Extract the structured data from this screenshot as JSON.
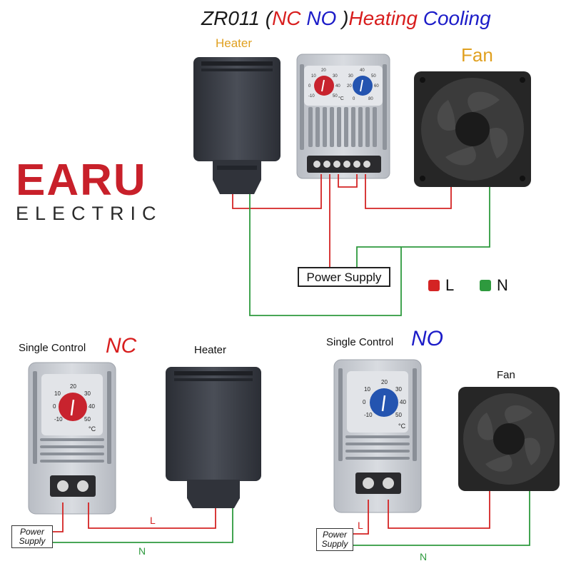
{
  "title": {
    "model": "ZR011",
    "open_paren": "(",
    "nc": "NC",
    "no": "NO",
    "close_paren": ")",
    "heating": "Heating",
    "cooling": "Cooling"
  },
  "top": {
    "heater_label": "Heater",
    "fan_label": "Fan",
    "power_supply_label": "Power Supply",
    "dial_left_scale": [
      "20",
      "10",
      "0",
      "-10",
      "30",
      "40",
      "50"
    ],
    "dial_right_scale": [
      "40",
      "30",
      "20",
      "50",
      "60",
      "0",
      "80"
    ],
    "unit": "°C"
  },
  "brand": {
    "name": "EARU",
    "sub": "ELECTRIC"
  },
  "legend": {
    "l_label": "L",
    "n_label": "N",
    "l_color": "#d42424",
    "n_color": "#2e9a3e"
  },
  "bottom_left": {
    "title": "Single Control",
    "mode": "NC",
    "heater_label": "Heater",
    "power_supply_line1": "Power",
    "power_supply_line2": "Supply",
    "wire_l": "L",
    "wire_n": "N",
    "dial_scale": [
      "20",
      "30",
      "10",
      "40",
      "0",
      "50",
      "-10"
    ],
    "unit": "°C"
  },
  "bottom_right": {
    "title": "Single Control",
    "mode": "NO",
    "fan_label": "Fan",
    "power_supply_line1": "Power",
    "power_supply_line2": "Supply",
    "wire_l": "L",
    "wire_n": "N",
    "dial_scale": [
      "20",
      "30",
      "10",
      "40",
      "0",
      "50",
      "-10"
    ],
    "unit": "°C"
  },
  "colors": {
    "red_wire": "#d42424",
    "green_wire": "#2e9a3e",
    "dial_red": "#c8232e",
    "dial_blue": "#2454b0",
    "housing": "#c9cdd3",
    "heater_body": "#3a3d44",
    "fan_frame": "#262626"
  }
}
